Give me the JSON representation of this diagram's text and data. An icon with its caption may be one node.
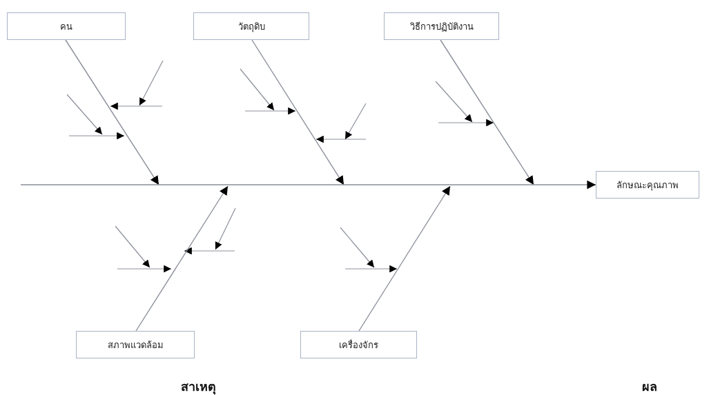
{
  "diagram": {
    "nodes": [
      {
        "text": [
          "คน"
        ]
      },
      {
        "text": [
          "วัตถุดิบ"
        ]
      },
      {
        "text": [
          "วิธีการปฏิบัติงาน"
        ]
      },
      {
        "text": [
          "ลักษณะคุณภาพ"
        ]
      },
      {
        "text": [
          "สภาพแวดล้อม"
        ]
      },
      {
        "text": [
          "เครื่องจักร"
        ]
      }
    ],
    "edges": [
      {
        "from": 0,
        "to": null,
        "arrow": "to"
      },
      {
        "from": 1,
        "to": null,
        "arrow": "to"
      },
      {
        "from": 2,
        "to": null,
        "arrow": "to"
      },
      {
        "from": 4,
        "to": null,
        "arrow": "to"
      },
      {
        "from": 5,
        "to": null,
        "arrow": "to"
      },
      {
        "from": null,
        "to": 3,
        "arrow": "to"
      }
    ],
    "labels": [
      "สาเหตุ",
      "ผล"
    ]
  }
}
